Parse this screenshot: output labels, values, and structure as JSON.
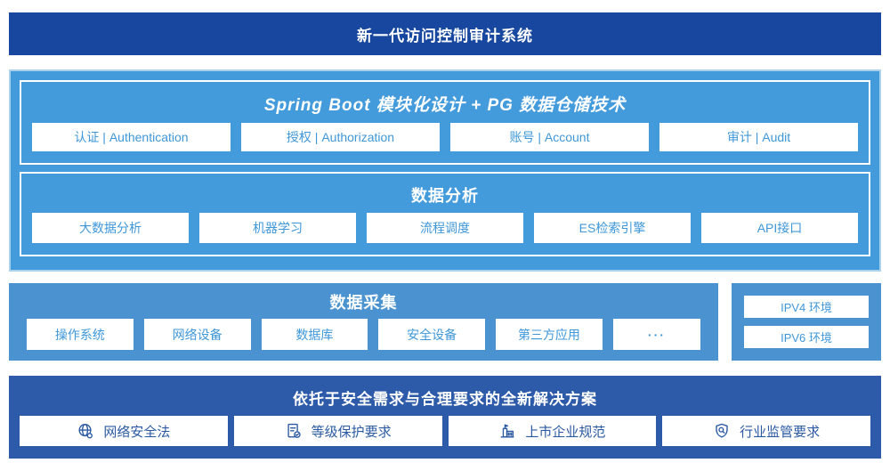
{
  "banner": {
    "title": "新一代访问控制审计系统"
  },
  "platform": {
    "modules_title": "Spring Boot 模块化设计 + PG 数据仓储技术",
    "modules": [
      {
        "label": "认证 | Authentication"
      },
      {
        "label": "授权 | Authorization"
      },
      {
        "label": "账号 | Account"
      },
      {
        "label": "审计 | Audit"
      }
    ],
    "analysis_title": "数据分析",
    "analysis": [
      {
        "label": "大数据分析"
      },
      {
        "label": "机器学习"
      },
      {
        "label": "流程调度"
      },
      {
        "label": "ES检索引擎"
      },
      {
        "label": "API接口"
      }
    ]
  },
  "collection": {
    "title": "数据采集",
    "sources": [
      {
        "label": "操作系统"
      },
      {
        "label": "网络设备"
      },
      {
        "label": "数据库"
      },
      {
        "label": "安全设备"
      },
      {
        "label": "第三方应用"
      },
      {
        "label": "···"
      }
    ],
    "environments": [
      {
        "label": "IPV4 环境"
      },
      {
        "label": "IPV6 环境"
      }
    ]
  },
  "solution": {
    "title": "依托于安全需求与合理要求的全新解决方案",
    "items": [
      {
        "icon": "globe-icon",
        "label": "网络安全法"
      },
      {
        "icon": "document-check-icon",
        "label": "等级保护要求"
      },
      {
        "icon": "building-icon",
        "label": "上市企业规范"
      },
      {
        "icon": "shield-search-icon",
        "label": "行业监管要求"
      }
    ]
  },
  "colors": {
    "banner_bg": "#17479e",
    "platform_bg": "#449bdc",
    "collection_bg": "#4a93d0",
    "solution_bg": "#2e5ba9",
    "box_text_blue": "#3f97d8",
    "solution_text_navy": "#2b5aa3",
    "box_bg": "#ffffff"
  }
}
